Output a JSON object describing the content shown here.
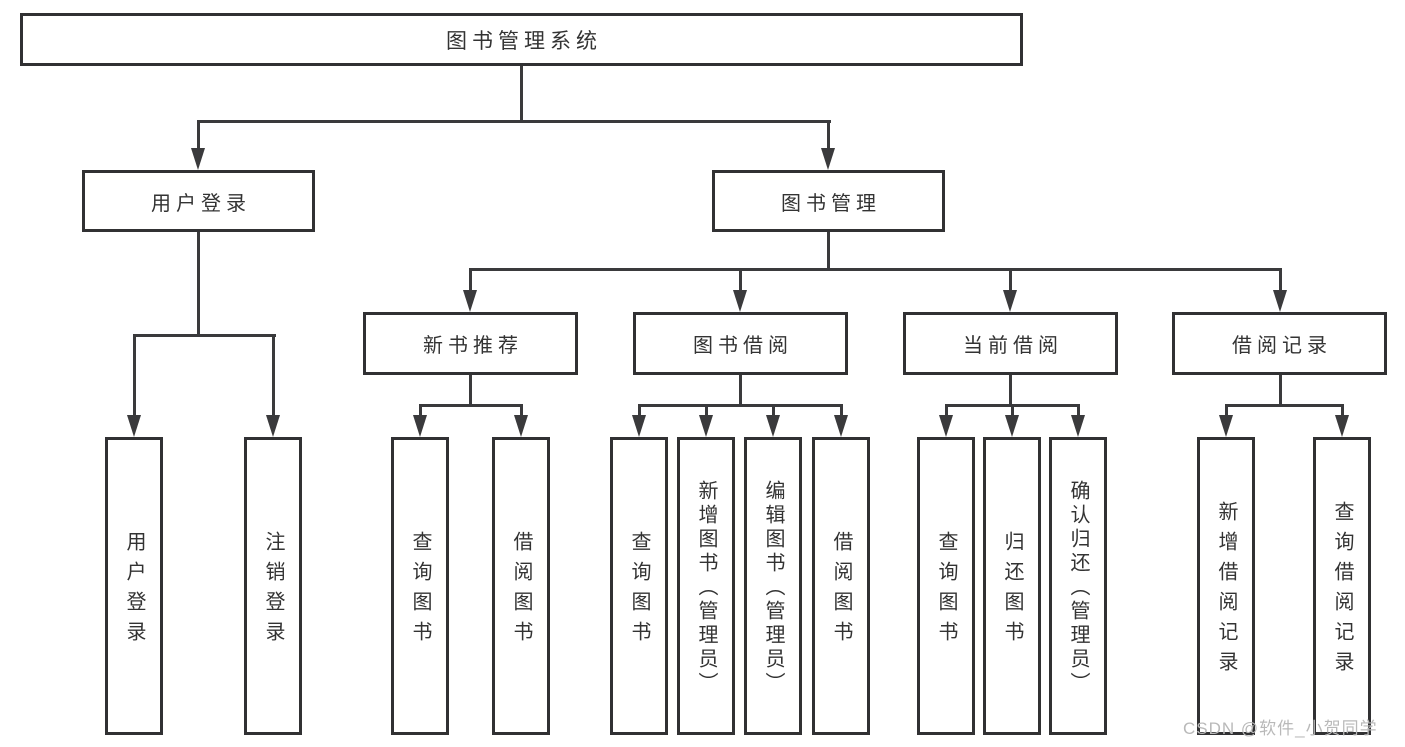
{
  "nodes": {
    "root": "图书管理系统",
    "user_login": "用户登录",
    "book_mgmt": "图书管理",
    "new_books": "新书推荐",
    "book_borrow": "图书借阅",
    "current_borrow": "当前借阅",
    "borrow_records": "借阅记录",
    "leaf_user_login": "用户登录",
    "leaf_logout": "注销登录",
    "leaf_newbooks_query": "查询图书",
    "leaf_newbooks_borrow": "借阅图书",
    "leaf_borrow_query": "查询图书",
    "leaf_borrow_add": "新增图书（管理员）",
    "leaf_borrow_edit": "编辑图书（管理员）",
    "leaf_borrow_borrow": "借阅图书",
    "leaf_current_query": "查询图书",
    "leaf_current_return": "归还图书",
    "leaf_current_confirm": "确认归还（管理员）",
    "leaf_records_add": "新增借阅记录",
    "leaf_records_query": "查询借阅记录"
  },
  "watermark": "CSDN @软件_小贺同学",
  "colors": {
    "line": "#3a3a3c",
    "box_border": "#313133",
    "text": "#333333",
    "watermark": "#b9b9b9",
    "background": "#ffffff"
  }
}
